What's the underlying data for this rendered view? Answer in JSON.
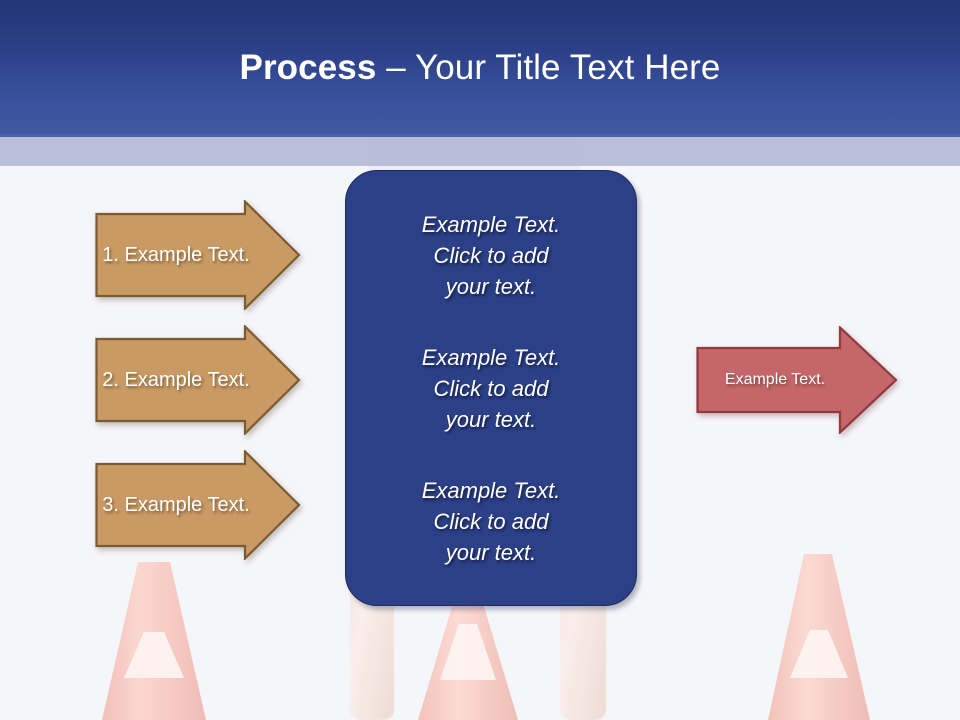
{
  "slide": {
    "background_color": "#f5f6fa",
    "header": {
      "band_color": "#2c4189",
      "underbar_color": "#b4bad6",
      "title_bold": "Process",
      "title_rest": " – Your Title Text Here"
    },
    "left_arrows": {
      "fill_color": "#c99a63",
      "border_color": "#7a5b32",
      "items": [
        {
          "label": "1. Example Text."
        },
        {
          "label": "2. Example Text."
        },
        {
          "label": "3. Example Text."
        }
      ]
    },
    "center_box": {
      "fill_color": "#2c4087",
      "border_color": "#1d2b5e",
      "blocks": [
        {
          "line1": "Example Text.",
          "line2": "Click  to add",
          "line3": "your text."
        },
        {
          "line1": "Example Text.",
          "line2": "Click  to add",
          "line3": "your text."
        },
        {
          "line1": "Example Text.",
          "line2": "Click  to add",
          "line3": "your text."
        }
      ]
    },
    "right_arrow": {
      "fill_color": "#c4666a",
      "border_color": "#8e3a3e",
      "label": "Example Text."
    },
    "background_photo": {
      "description": "faded traffic cones and figure",
      "cone_color": "#f7c4bb",
      "cone_band_color": "#fdf3f0"
    }
  }
}
